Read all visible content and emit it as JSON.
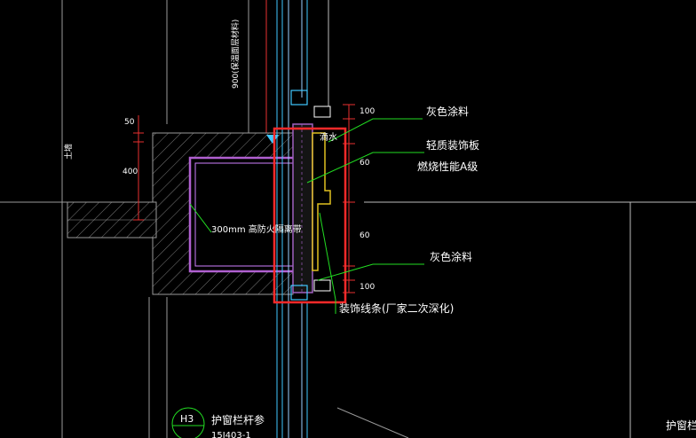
{
  "drawing": {
    "annotations": {
      "label_grey_coating_top": "灰色涂料",
      "label_light_decor_board": "轻质装饰板",
      "label_combustion_grade": "燃烧性能A级",
      "label_grey_coating_bottom": "灰色涂料",
      "label_decor_line": "装饰线条(厂家二次深化)",
      "label_fireproof_belt": "300mm  高防火隔离带",
      "label_drip": "滴水",
      "label_wall_left": "土墙",
      "label_top_spec": "900(保温面层材料)",
      "label_symbol": "H3",
      "label_railing": "护窗栏杆参",
      "label_railing_right": "护窗栏",
      "label_sub_ref": "15J403-1"
    },
    "dimensions": {
      "d_top": "100",
      "d_mid_upper": "60",
      "d_mid_lower": "60",
      "d_bottom": "100",
      "d_left_small": "50",
      "d_left_big": "400"
    },
    "colors": {
      "background": "#000000",
      "highlight_box": "#ff2a2a",
      "leader_green": "#22dd22",
      "dim_red": "#e83030",
      "concrete_grey": "#8a8a8a",
      "insulation_purple": "#b060d0",
      "mullion_cyan": "#40c8ff",
      "panel_yellow": "#e0c020",
      "text_white": "#ffffff"
    }
  }
}
